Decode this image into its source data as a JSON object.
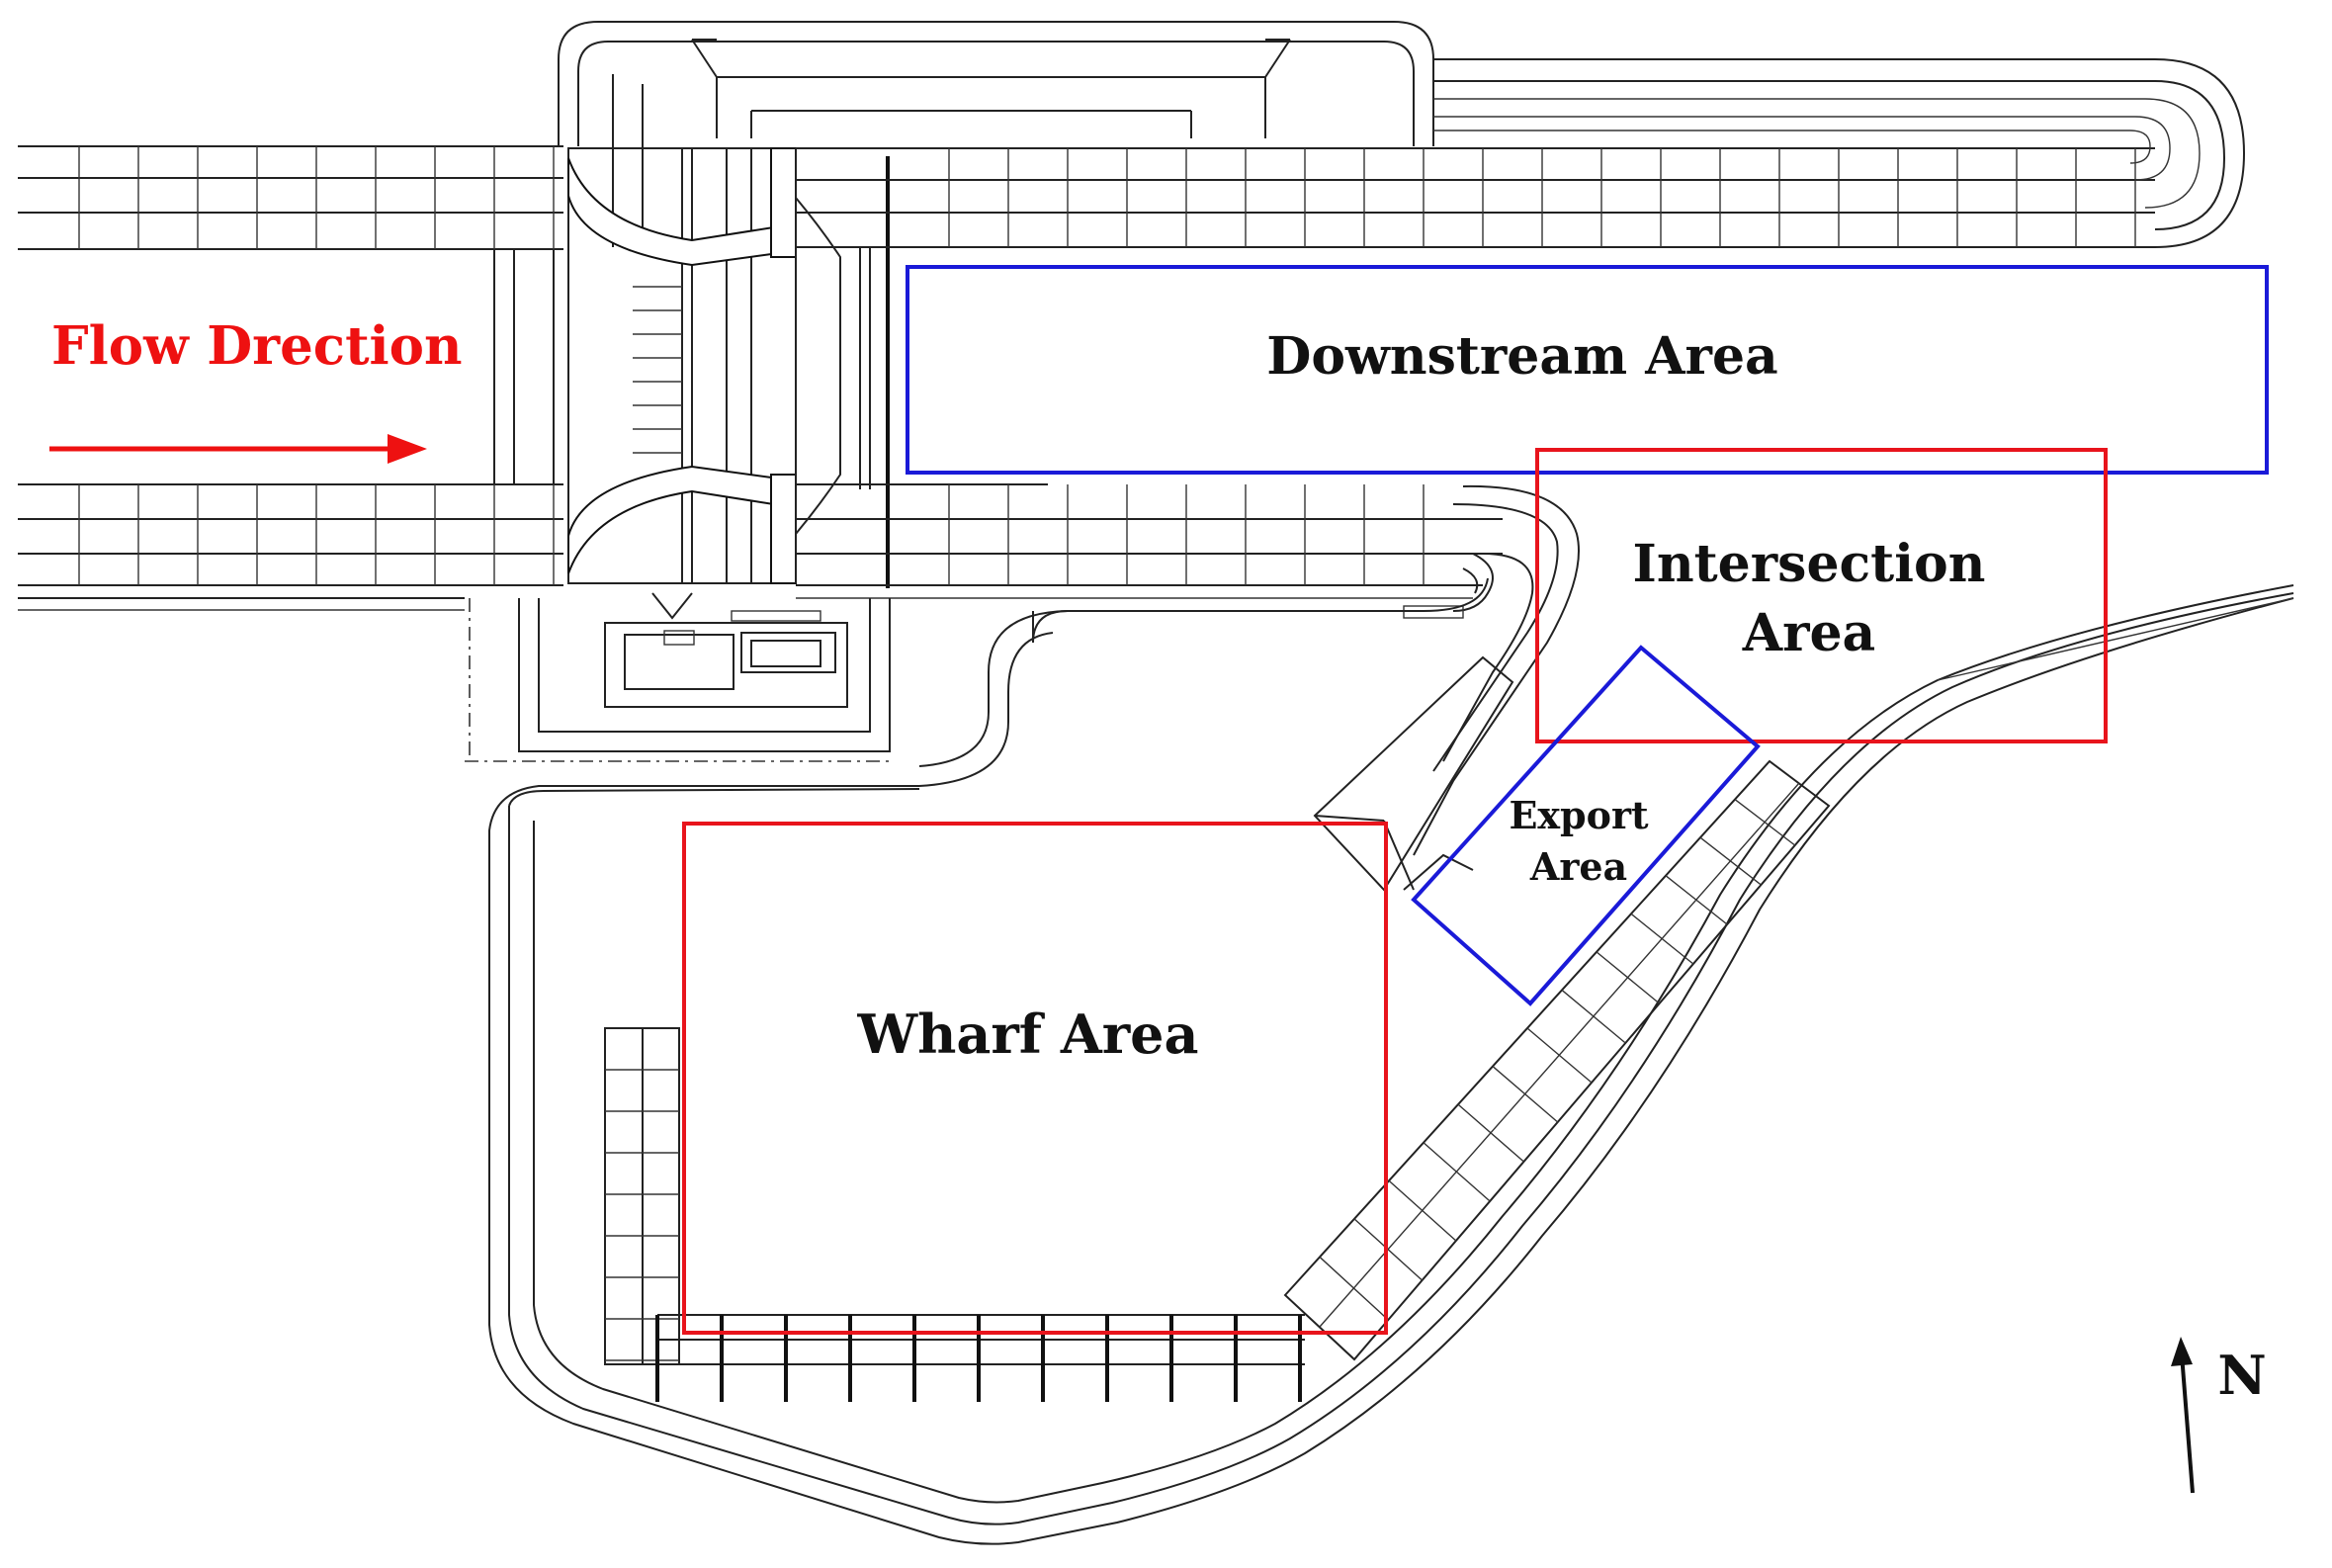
{
  "colors": {
    "red_frame": "#e8141c",
    "blue_frame": "#1a1ad8",
    "flow_text": "#ee1111",
    "line": "#222222"
  },
  "labels": {
    "flow_direction": "Flow Drection",
    "downstream_area": "Downstream Area",
    "intersection_area_line1": "Intersection",
    "intersection_area_line2": "Area",
    "export_area_line1": "Export",
    "export_area_line2": "Area",
    "wharf_area": "Wharf Area",
    "north": "N"
  },
  "icons": {
    "flow_arrow": "arrow-right-icon",
    "north_arrow": "arrow-up-icon"
  }
}
